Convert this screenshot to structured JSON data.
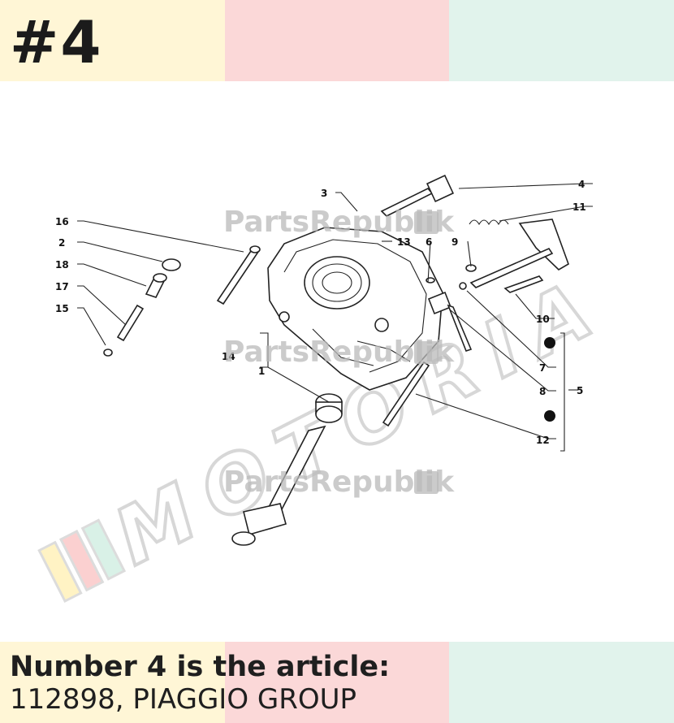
{
  "header": {
    "number": "#4"
  },
  "footer": {
    "article_label": "Number 4 is the article:",
    "article_value": "112898, PIAGGIO GROUP"
  },
  "watermark": {
    "site_name": "PartsRepublik",
    "brand": "MOTORIA"
  },
  "callouts": [
    "1",
    "2",
    "3",
    "4",
    "5",
    "6",
    "7",
    "8",
    "9",
    "10",
    "11",
    "12",
    "13",
    "14",
    "15",
    "16",
    "17",
    "18"
  ],
  "colors": {
    "band_yellow": "#fff6d6",
    "band_pink": "#fbd8d8",
    "band_mint": "#e1f3ec",
    "text": "#1f1f1f"
  }
}
